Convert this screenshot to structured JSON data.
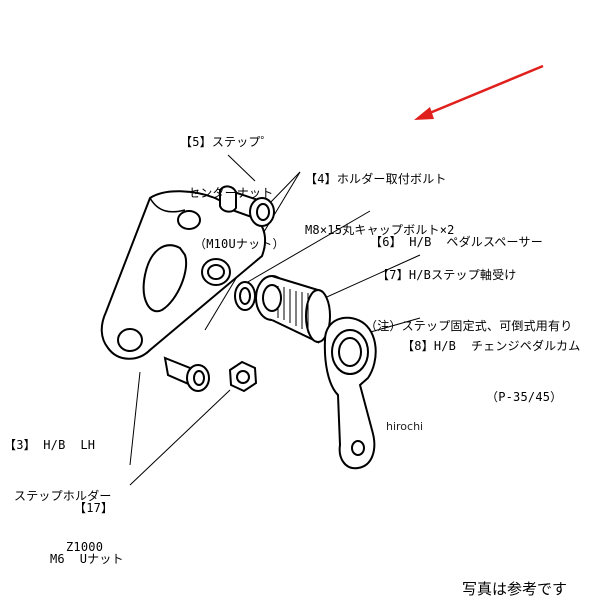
{
  "labels": {
    "p5": [
      "【5】ステップ゜",
      "センターナット",
      "（M10Uナット）"
    ],
    "p4": [
      "【4】ホルダー取付ボルト",
      "M8×15丸キャップボルト×2"
    ],
    "p6": [
      "【6】 H/B  ペダルスペーサー"
    ],
    "p7": [
      "【7】H/Bステップ軸受け",
      "（注）ステップ固定式、可倒式用有り"
    ],
    "p8": [
      "【8】H/B  チェンジペダルカム",
      "（P-35/45）"
    ],
    "p3": [
      "【3】 H/B  LH",
      "ステップホルダー",
      "Z1000"
    ],
    "p17": [
      "【17】",
      "M6  Uナット"
    ]
  },
  "watermark": "hirochi",
  "footer_note": "写真は参考です",
  "colors": {
    "arrow": "#e0201c",
    "line": "#000000"
  }
}
